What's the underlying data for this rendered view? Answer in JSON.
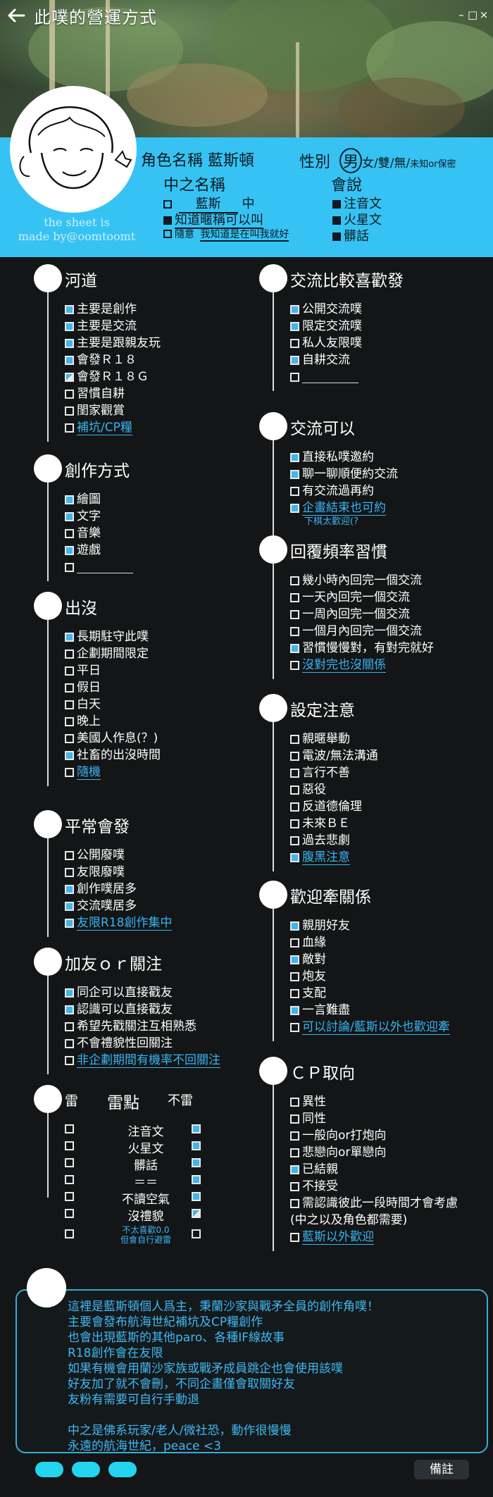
{
  "header": {
    "title": "此噗的營運方式",
    "back_icon": "arrow-left-icon",
    "window_controls": [
      "–",
      "□",
      "×"
    ]
  },
  "credit": [
    "the sheet is",
    "made by@oomtoomt"
  ],
  "profile": {
    "char_label": "角色名稱",
    "char_name": "藍斯頓",
    "gender_label": "性別",
    "gender_selected": "男",
    "gender_rest": "女/雙/無/",
    "gender_unknown": "未知or保密",
    "nick_label": "中之名稱",
    "nick_value": "藍斯",
    "nick_suffix": "中",
    "nick_opt2": "知道暱稱可以叫",
    "nick_opt3_prefix": "隨意",
    "nick_opt3": "我知道是在叫我就好",
    "lang_label": "會說",
    "langs": [
      "注音文",
      "火星文",
      "髒話"
    ]
  },
  "sections_left": [
    {
      "title": "河道",
      "items": [
        {
          "t": "主要是創作",
          "s": "on"
        },
        {
          "t": "主要是交流",
          "s": "on"
        },
        {
          "t": "主要是跟親友玩",
          "s": "on"
        },
        {
          "t": "會發Ｒ１８",
          "s": "on"
        },
        {
          "t": "會發Ｒ１８Ｇ",
          "s": "half"
        },
        {
          "t": "習慣自耕",
          "s": "off"
        },
        {
          "t": "閨家觀賞",
          "s": "off"
        },
        {
          "t": "補坑/CP糧",
          "s": "off",
          "link": true
        }
      ]
    },
    {
      "title": "創作方式",
      "items": [
        {
          "t": "繪圖",
          "s": "on"
        },
        {
          "t": "文字",
          "s": "on"
        },
        {
          "t": "音樂",
          "s": "off"
        },
        {
          "t": "遊戲",
          "s": "on"
        },
        {
          "t": "",
          "s": "off",
          "blank": true
        }
      ]
    },
    {
      "title": "出沒",
      "items": [
        {
          "t": "長期駐守此噗",
          "s": "on"
        },
        {
          "t": "企劃期間限定",
          "s": "off"
        },
        {
          "t": "平日",
          "s": "off"
        },
        {
          "t": "假日",
          "s": "off"
        },
        {
          "t": "白天",
          "s": "off"
        },
        {
          "t": "晚上",
          "s": "off"
        },
        {
          "t": "美國人作息(？)",
          "s": "off"
        },
        {
          "t": "社畜的出沒時間",
          "s": "on"
        },
        {
          "t": "隨機",
          "s": "off",
          "link": true
        }
      ]
    },
    {
      "title": "平常會發",
      "items": [
        {
          "t": "公開廢噗",
          "s": "off"
        },
        {
          "t": "友限廢噗",
          "s": "off"
        },
        {
          "t": "創作噗居多",
          "s": "on"
        },
        {
          "t": "交流噗居多",
          "s": "on"
        },
        {
          "t": "友限R18創作集中",
          "s": "on",
          "link": true
        }
      ]
    },
    {
      "title": "加友ｏｒ關注",
      "items": [
        {
          "t": "同企可以直接戳友",
          "s": "on"
        },
        {
          "t": "認識可以直接戳友",
          "s": "on"
        },
        {
          "t": "希望先戳關注互相熟悉",
          "s": "off"
        },
        {
          "t": "不會禮貌性回關注",
          "s": "off"
        },
        {
          "t": "非企劃期間有機率不回關注",
          "s": "off",
          "link": true
        }
      ]
    }
  ],
  "lei": {
    "title": "雷",
    "col_point": "雷點",
    "col_not": "不雷",
    "rows": [
      {
        "t": "注音文",
        "a": "off",
        "b": "on"
      },
      {
        "t": "火星文",
        "a": "off",
        "b": "on"
      },
      {
        "t": "髒話",
        "a": "off",
        "b": "on"
      },
      {
        "t": "＝＝",
        "a": "off",
        "b": "on"
      },
      {
        "t": "不讀空氣",
        "a": "off",
        "b": "on"
      },
      {
        "t": "沒禮貌",
        "a": "off",
        "b": "half"
      }
    ],
    "last_note": [
      "不太喜歡0.0",
      "但會自行避雷"
    ]
  },
  "sections_right": [
    {
      "title": "交流比較喜歡發",
      "items": [
        {
          "t": "公開交流噗",
          "s": "on"
        },
        {
          "t": "限定交流噗",
          "s": "on"
        },
        {
          "t": "私人友限噗",
          "s": "off"
        },
        {
          "t": "自耕交流",
          "s": "on"
        },
        {
          "t": "",
          "s": "off",
          "blank": true
        }
      ]
    },
    {
      "title": "交流可以",
      "items": [
        {
          "t": "直接私噗邀約",
          "s": "on"
        },
        {
          "t": "聊一聊順便約交流",
          "s": "on"
        },
        {
          "t": "有交流過再約",
          "s": "off"
        },
        {
          "t": "企畫結束也可約",
          "s": "on",
          "link": true
        }
      ],
      "note": "下棋太歡迎(?"
    },
    {
      "title": "回覆頻率習慣",
      "items": [
        {
          "t": "幾小時內回完一個交流",
          "s": "off"
        },
        {
          "t": "一天內回完一個交流",
          "s": "off"
        },
        {
          "t": "一周內回完一個交流",
          "s": "off"
        },
        {
          "t": "一個月內回完一個交流",
          "s": "off"
        },
        {
          "t": "習慣慢慢對，有對完就好",
          "s": "on"
        },
        {
          "t": "沒對完也沒關係",
          "s": "off",
          "link": true
        }
      ]
    },
    {
      "title": "設定注意",
      "items": [
        {
          "t": "親暱舉動",
          "s": "off"
        },
        {
          "t": "電波/無法溝通",
          "s": "off"
        },
        {
          "t": "言行不善",
          "s": "off"
        },
        {
          "t": "惡役",
          "s": "off"
        },
        {
          "t": "反道德倫理",
          "s": "off"
        },
        {
          "t": "未來ＢＥ",
          "s": "off"
        },
        {
          "t": "過去悲劇",
          "s": "off"
        },
        {
          "t": "腹黑注意",
          "s": "on",
          "link": true
        }
      ]
    },
    {
      "title": "歡迎牽關係",
      "items": [
        {
          "t": "親朋好友",
          "s": "on"
        },
        {
          "t": "血緣",
          "s": "off"
        },
        {
          "t": "敵對",
          "s": "on"
        },
        {
          "t": "炮友",
          "s": "off"
        },
        {
          "t": "支配",
          "s": "off"
        },
        {
          "t": "一言難盡",
          "s": "on"
        },
        {
          "t": "可以討論/藍斯以外也歡迎牽",
          "s": "off",
          "link": true
        }
      ]
    },
    {
      "title": "ＣＰ取向",
      "items": [
        {
          "t": "異性",
          "s": "off"
        },
        {
          "t": "同性",
          "s": "off"
        },
        {
          "t": "一般向or打炮向",
          "s": "off"
        },
        {
          "t": "悲戀向or單戀向",
          "s": "off"
        },
        {
          "t": "已結親",
          "s": "on"
        },
        {
          "t": "不接受",
          "s": "off"
        },
        {
          "t": "需認識彼此一段時間才會考慮",
          "s": "off"
        },
        {
          "t": "(中之以及角色都需要)",
          "s": "none"
        },
        {
          "t": "藍斯以外歡迎",
          "s": "off",
          "link": true
        }
      ]
    }
  ],
  "note": {
    "lines": [
      "這裡是藍斯頓個人爲主，秉蘭沙家與戰矛全員的創作角噗！",
      "主要會發布航海世紀補坑及CP糧創作",
      "也會出現藍斯的其他paro、各種IF線故事",
      "R18創作會在友限",
      "如果有機會用蘭沙家族或戰矛成員跳企也會使用該噗",
      "好友加了就不會刪，不同企畫僅會取關好友",
      "友粉有需要可自行手動退",
      "",
      "中之是佛系玩家/老人/微社恐，動作很慢慢",
      "永遠的航海世紀，peace <3"
    ],
    "memo_label": "備註"
  }
}
